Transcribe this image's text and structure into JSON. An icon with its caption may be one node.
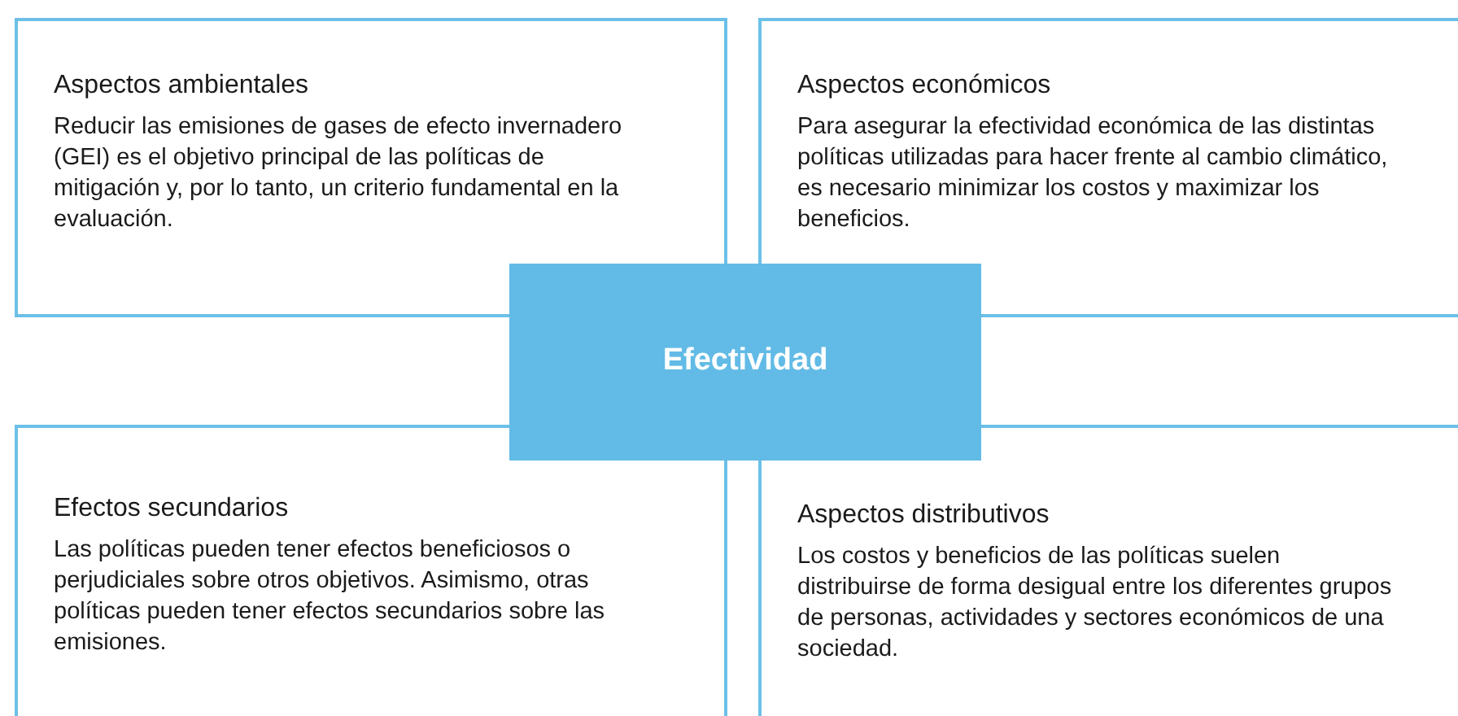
{
  "diagram": {
    "nodes": [
      {
        "text": [
          "Aspectos ambientales",
          "Reducir las emisiones de gases de efecto invernadero (GEI) es el objetivo principal de las políticas de mitigación y, por lo tanto, un criterio fundamental en la evaluación."
        ]
      },
      {
        "text": [
          "Aspectos económicos",
          "Para asegurar la efectividad económica de las distintas políticas utilizadas para hacer frente al cambio climático, es necesario minimizar los costos y maximizar los beneficios."
        ]
      },
      {
        "text": [
          "Efectividad"
        ]
      },
      {
        "text": [
          "Efectos secundarios",
          "Las políticas pueden tener efectos beneficiosos o perjudiciales sobre otros objetivos. Asimismo, otras políticas pueden tener efectos secundarios sobre las emisiones."
        ]
      },
      {
        "text": [
          "Aspectos distributivos",
          "Los costos y beneficios de las políticas suelen distribuirse de forma desigual entre los diferentes grupos de personas, actividades y sectores económicos de una sociedad."
        ]
      }
    ]
  }
}
